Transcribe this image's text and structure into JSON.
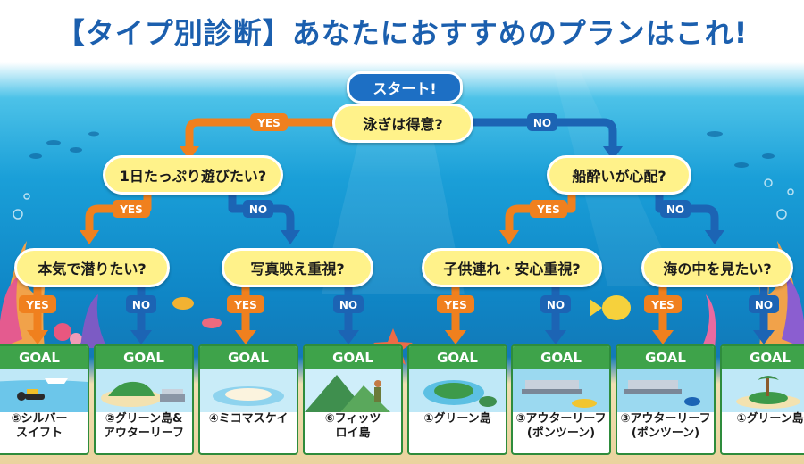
{
  "title": "【タイプ別診断】あなたにおすすめのプランはこれ!",
  "start": "スタート!",
  "yes_label": "YES",
  "no_label": "NO",
  "questions": {
    "q1": "泳ぎは得意?",
    "q2a": "1日たっぷり遊びたい?",
    "q2b": "船酔いが心配?",
    "q3a": "本気で潜りたい?",
    "q3b": "写真映え重視?",
    "q3c": "子供連れ・安心重視?",
    "q3d": "海の中を見たい?"
  },
  "goal_label": "GOAL",
  "goals": [
    {
      "line1": "⑤シルバー",
      "line2": "スイフト",
      "icon": "diver-icon"
    },
    {
      "line1": "②グリーン島&",
      "line2": "アウターリーフ",
      "icon": "island-pontoon-icon"
    },
    {
      "line1": "④ミコマスケイ",
      "line2": "",
      "icon": "sand-cay-icon"
    },
    {
      "line1": "⑥フィッツ",
      "line2": "ロイ島",
      "icon": "hiker-mountain-icon"
    },
    {
      "line1": "①グリーン島",
      "line2": "",
      "icon": "island-turtle-icon"
    },
    {
      "line1": "③アウターリーフ",
      "line2": "(ポンツーン)",
      "icon": "pontoon-submarine-icon"
    },
    {
      "line1": "③アウターリーフ",
      "line2": "(ポンツーン)",
      "icon": "pontoon-fish-icon"
    },
    {
      "line1": "①グリーン島",
      "line2": "",
      "icon": "island-palm-icon"
    }
  ],
  "colors": {
    "yes": "#f0801e",
    "no": "#1c64b4",
    "question_bg": "#fff28a",
    "goal_header": "#3ea34a",
    "title": "#1b5fae"
  }
}
